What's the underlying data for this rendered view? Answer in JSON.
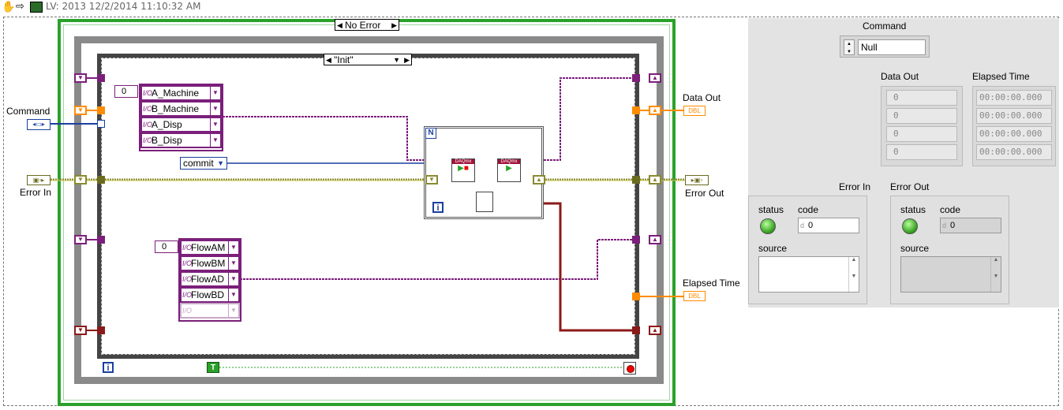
{
  "window": {
    "title": "LV: 2013 12/2/2014 11:10:32 AM"
  },
  "block_diagram": {
    "outer_case_selector": "No Error",
    "inner_case_selector": "\"Init\"",
    "terminals": {
      "command": "Command",
      "error_in": "Error In",
      "data_out": "Data Out",
      "error_out": "Error Out",
      "elapsed_time": "Elapsed Time",
      "dbl": "DBL"
    },
    "array_constant_1": {
      "index": "0",
      "items": [
        "A_Machine",
        "B_Machine",
        "A_Disp",
        "B_Disp"
      ]
    },
    "array_constant_2": {
      "index": "0",
      "items": [
        "FlowAM",
        "FlowBM",
        "FlowAD",
        "FlowBD",
        ""
      ]
    },
    "commit_ring": "commit",
    "for_loop_count": "N",
    "iteration_i": "i",
    "while_true": "T",
    "daqmx_label": "DAQmx"
  },
  "front_panel": {
    "command": {
      "label": "Command",
      "value": "Null"
    },
    "data_out": {
      "label": "Data Out",
      "values": [
        "0",
        "0",
        "0",
        "0"
      ]
    },
    "elapsed_time": {
      "label": "Elapsed Time",
      "values": [
        "00:00:00.000",
        "00:00:00.000",
        "00:00:00.000",
        "00:00:00.000"
      ]
    },
    "error_in": {
      "label": "Error In",
      "status_label": "status",
      "code_label": "code",
      "code_value": "0",
      "source_label": "source"
    },
    "error_out": {
      "label": "Error Out",
      "status_label": "status",
      "code_label": "code",
      "code_value": "0",
      "source_label": "source"
    },
    "colors": {
      "panel_bg": "#e3e3e3",
      "led_on": "#2e9a1a"
    }
  }
}
